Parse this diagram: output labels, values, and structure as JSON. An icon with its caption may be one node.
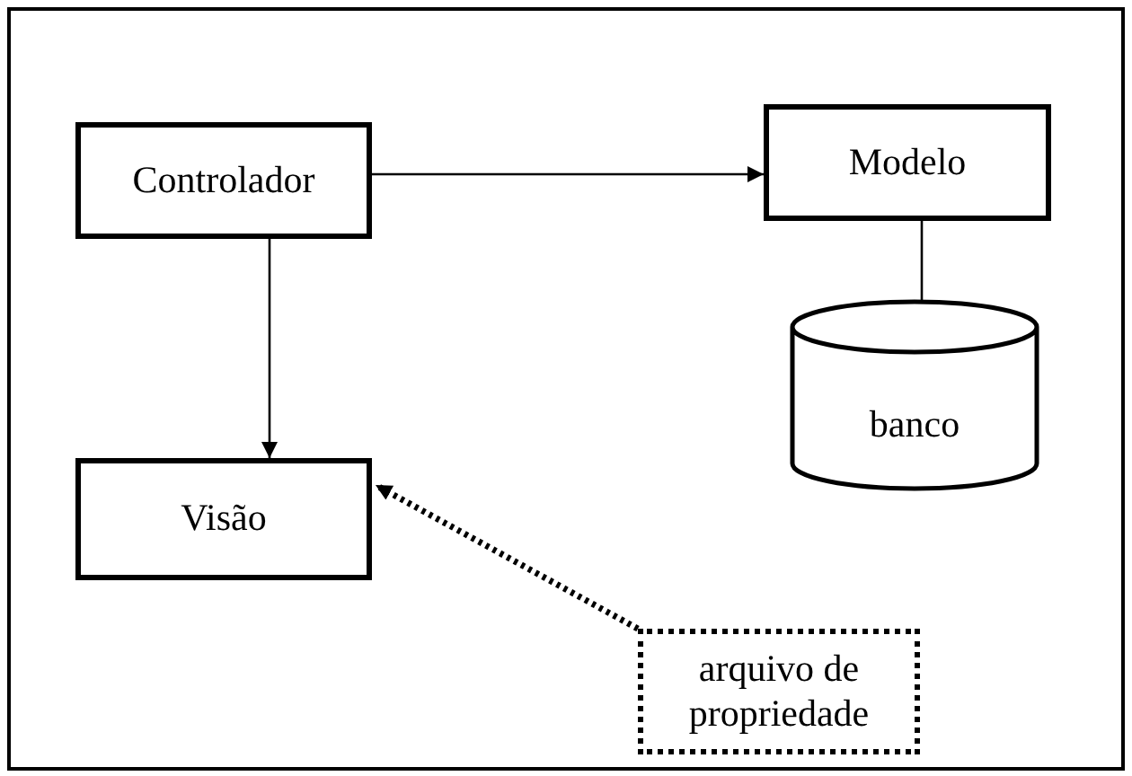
{
  "diagram": {
    "nodes": [
      {
        "text": [
          "Controlador"
        ]
      },
      {
        "text": [
          "Modelo"
        ]
      },
      {
        "text": [
          "Visão"
        ]
      },
      {
        "text": [
          "banco"
        ]
      },
      {
        "text": [
          "arquivo de propriedade"
        ]
      }
    ],
    "edges": [
      {
        "from": 0,
        "to": 1,
        "arrow": "to"
      },
      {
        "from": 0,
        "to": 2,
        "arrow": "to"
      },
      {
        "from": 1,
        "to": 3,
        "arrow": "none"
      },
      {
        "from": 4,
        "to": 2,
        "arrow": "to",
        "style": "dashed"
      }
    ]
  }
}
